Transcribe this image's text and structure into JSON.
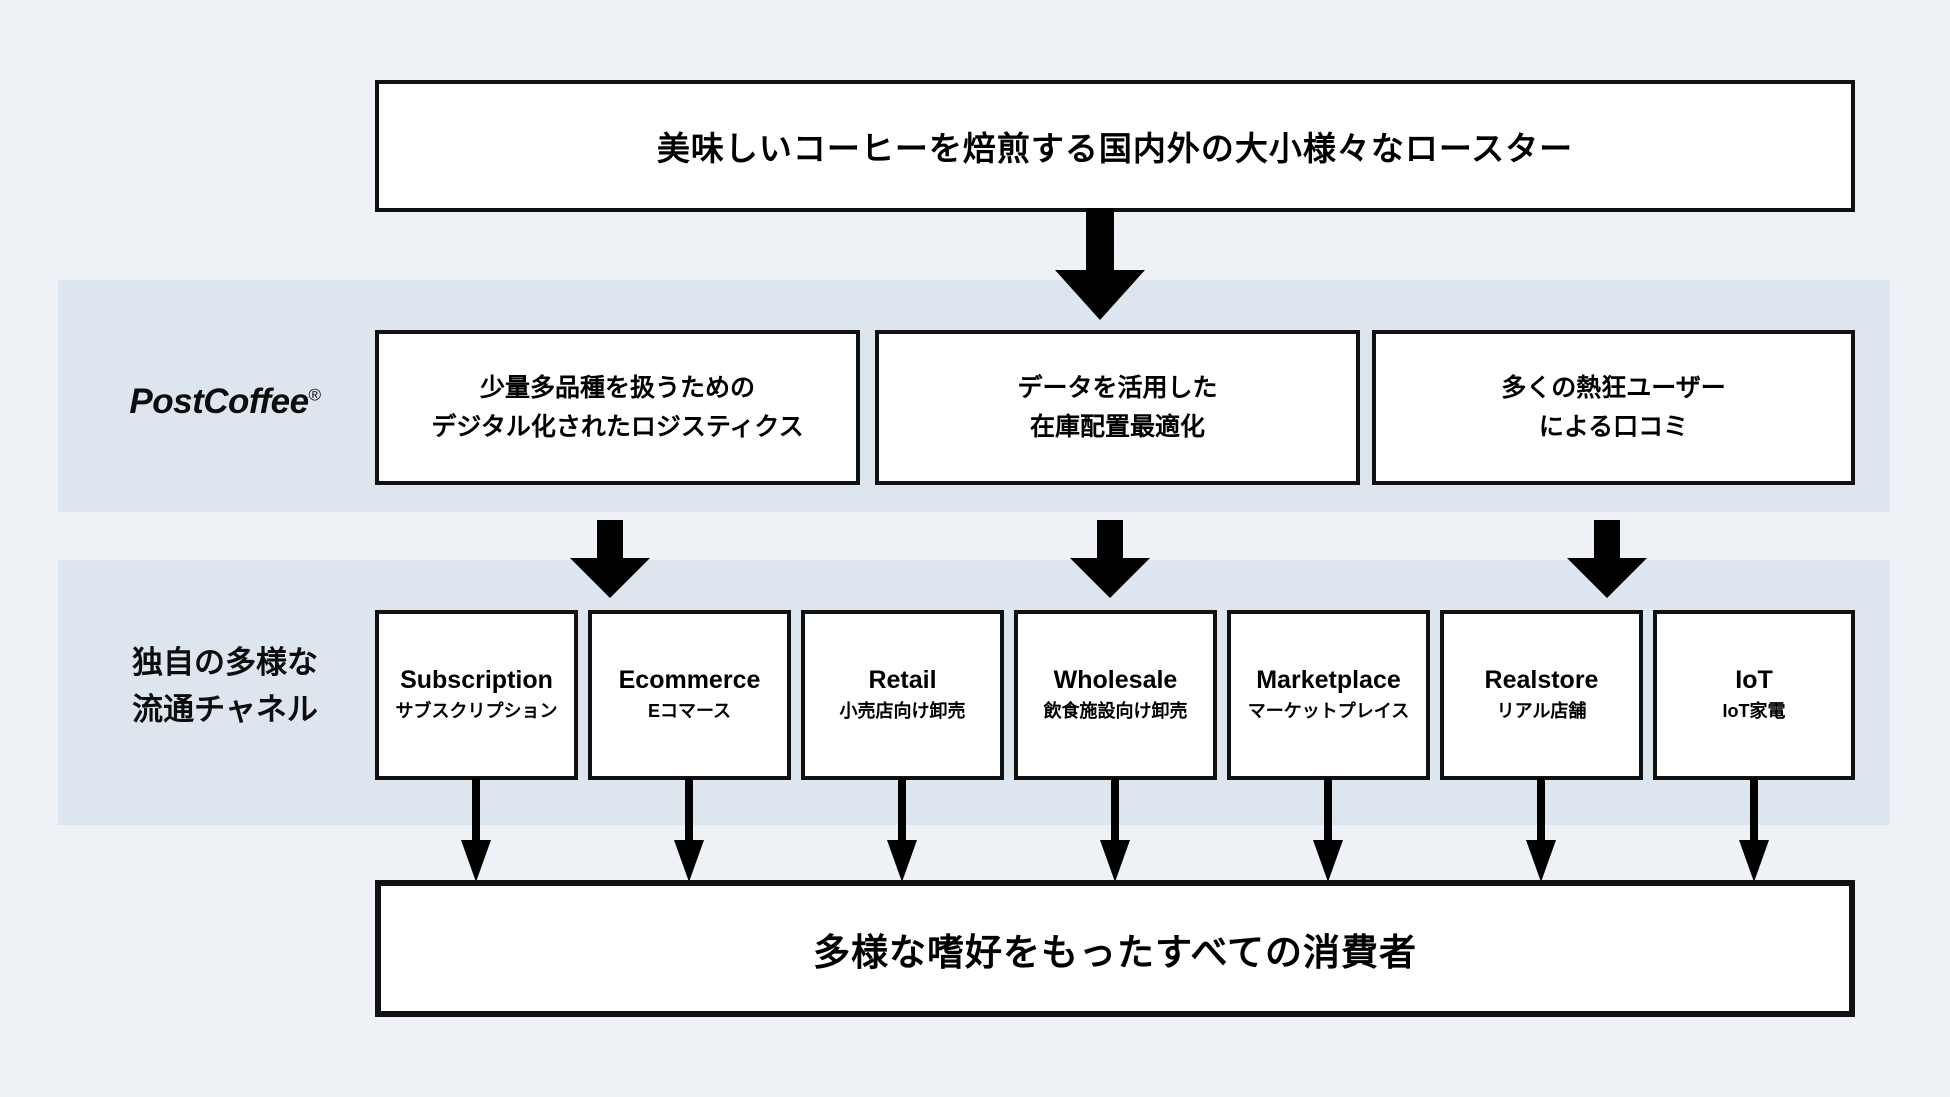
{
  "diagram": {
    "background_color": "#eef2f7",
    "band_color": "#dde5ef",
    "line_color": "#111111",
    "box_fill": "#ffffff"
  },
  "top": {
    "label": "美味しいコーヒーを焙煎する国内外の大小様々なロースター"
  },
  "postcoffee_row": {
    "brand": "PostCoffee",
    "registered_mark": "®",
    "capabilities": [
      {
        "line1": "少量多品種を扱うための",
        "line2": "デジタル化されたロジスティクス"
      },
      {
        "line1": "データを活用した",
        "line2": "在庫配置最適化"
      },
      {
        "line1": "多くの熱狂ユーザー",
        "line2": "による口コミ"
      }
    ]
  },
  "channels_row": {
    "label_line1": "独自の多様な",
    "label_line2": "流通チャネル",
    "channels": [
      {
        "en": "Subscription",
        "ja": "サブスクリプション"
      },
      {
        "en": "Ecommerce",
        "ja": "Eコマース"
      },
      {
        "en": "Retail",
        "ja": "小売店向け卸売"
      },
      {
        "en": "Wholesale",
        "ja": "飲食施設向け卸売"
      },
      {
        "en": "Marketplace",
        "ja": "マーケットプレイス"
      },
      {
        "en": "Realstore",
        "ja": "リアル店舗"
      },
      {
        "en": "IoT",
        "ja": "IoT家電"
      }
    ]
  },
  "bottom": {
    "label": "多様な嗜好をもったすべての消費者"
  }
}
